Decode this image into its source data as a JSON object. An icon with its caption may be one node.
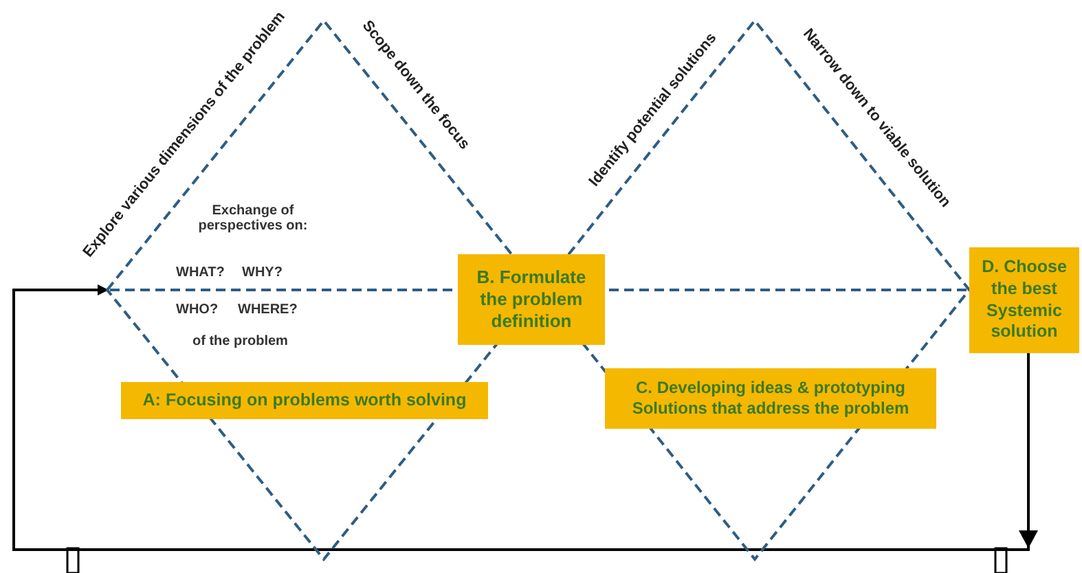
{
  "diagram": {
    "nodes": [
      {
        "text": [
          "Exchange of perspectives on:",
          "WHAT?",
          "WHY?",
          "WHO?",
          "WHERE?",
          "of the problem"
        ]
      },
      {
        "text": [],
        "shape": "diamond"
      },
      {
        "text": [
          "A: Focusing on problems worth solving"
        ],
        "in": 0
      },
      {
        "text": [
          "B. Formulate the problem definition"
        ]
      },
      {
        "text": [
          "C. Developing ideas & prototyping Solutions that address the problem"
        ],
        "in": 1
      },
      {
        "text": [
          "D. Choose the best Systemic solution"
        ]
      }
    ],
    "edges": [
      {
        "from": 5,
        "to": 0,
        "arrow": "to"
      }
    ],
    "labels": [
      "Explore various dimensions of the problem",
      "Scope down the focus",
      "Identify potential solutions",
      "Narrow down to viable solution"
    ]
  }
}
